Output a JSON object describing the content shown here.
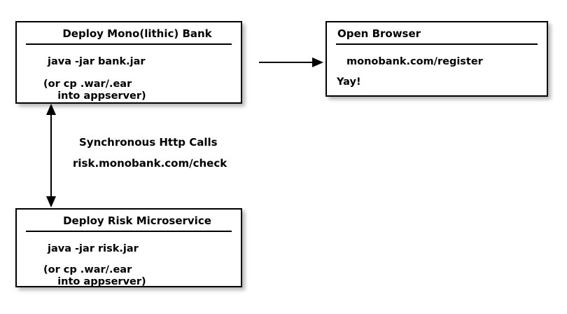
{
  "diagram": {
    "type": "flow-diagram",
    "background_color": "#ffffff",
    "stroke_color": "#000000",
    "nodes": [
      {
        "id": "mono-bank",
        "title": "Deploy Mono(lithic) Bank",
        "lines": [
          "java -jar bank.jar",
          "(or cp .war/.ear\n    into appserver)"
        ]
      },
      {
        "id": "open-browser",
        "title": "Open Browser",
        "lines": [
          "monobank.com/register",
          "Yay!"
        ]
      },
      {
        "id": "risk-microservice",
        "title": "Deploy Risk Microservice",
        "lines": [
          "java -jar risk.jar",
          "(or cp .war/.ear\n    into appserver)"
        ]
      }
    ],
    "edges": [
      {
        "id": "mono-to-browser",
        "from": "mono-bank",
        "to": "open-browser",
        "direction": "one-way",
        "orientation": "horizontal",
        "label": ""
      },
      {
        "id": "mono-to-risk",
        "from": "mono-bank",
        "to": "risk-microservice",
        "direction": "two-way",
        "orientation": "vertical",
        "label_title": "Synchronous Http Calls",
        "label_url": "risk.monobank.com/check"
      }
    ]
  }
}
